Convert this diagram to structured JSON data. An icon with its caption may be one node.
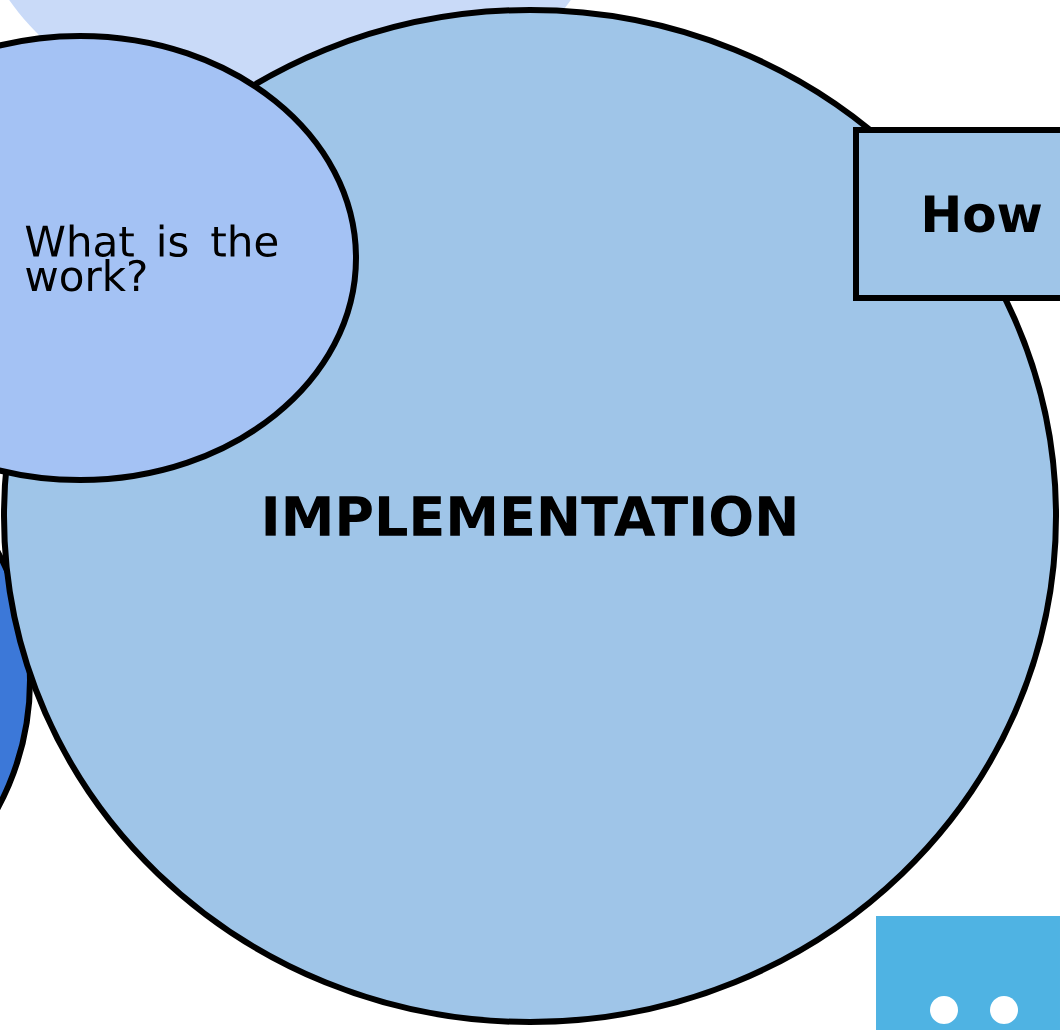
{
  "diagram": {
    "nodes": [
      {
        "text": [
          "IMPLEMENTATION"
        ]
      },
      {
        "text": [
          "What is the work?"
        ]
      },
      {
        "text": [
          "How"
        ]
      }
    ]
  }
}
